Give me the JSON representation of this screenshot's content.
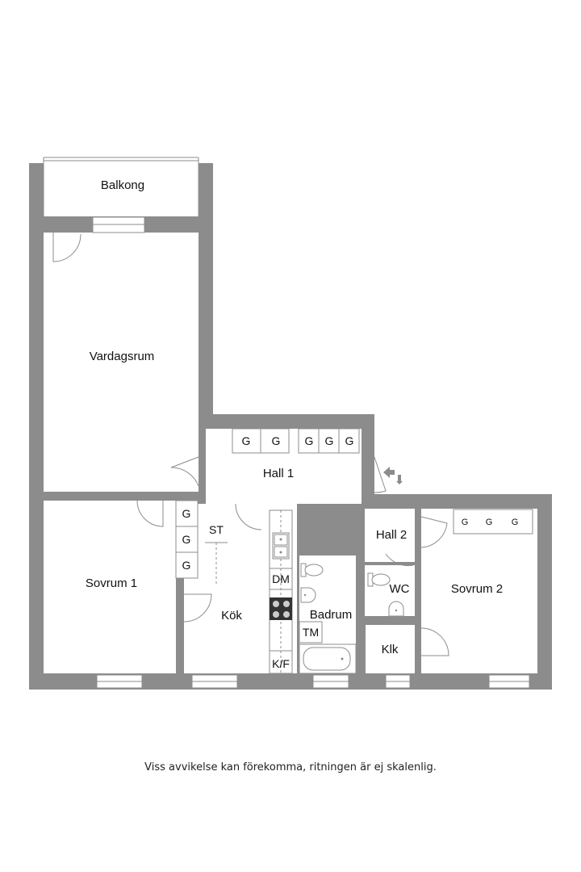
{
  "rooms": {
    "balkong": "Balkong",
    "vardagsrum": "Vardagsrum",
    "hall1": "Hall 1",
    "hall2": "Hall 2",
    "sovrum1": "Sovrum 1",
    "sovrum2": "Sovrum 2",
    "kok": "Kök",
    "badrum": "Badrum",
    "wc": "WC",
    "klk": "Klk"
  },
  "fixtures": {
    "wardrobe": "G",
    "storage": "ST",
    "dishwasher": "DM",
    "washer": "TM",
    "fridge_freezer": "K/F"
  },
  "footer": {
    "note": "Viss avvikelse kan förekomma, ritningen är ej skalenlig."
  },
  "colors": {
    "wall": "#8c8c8c",
    "background": "#ffffff",
    "text": "#111111"
  }
}
